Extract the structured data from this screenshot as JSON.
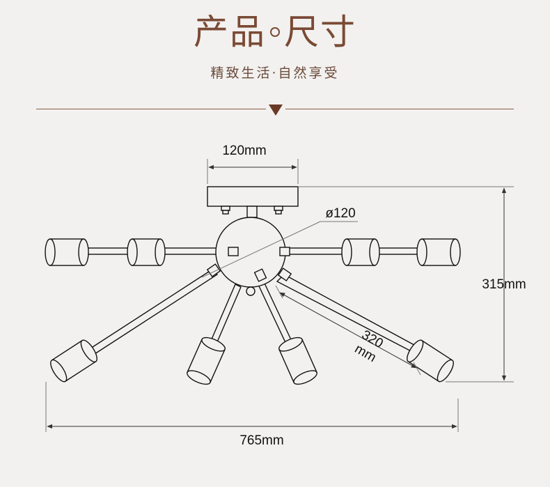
{
  "header": {
    "title_part1": "产品",
    "title_part2": "尺寸",
    "subtitle": "精致生活·自然享受"
  },
  "dimensions": {
    "canopy_width": "120mm",
    "sphere_diameter": "ø120",
    "arm_length_value": "320",
    "arm_length_unit": "mm",
    "height": "315mm",
    "total_width": "765mm"
  },
  "colors": {
    "accent": "#7a4a35",
    "divider": "#8a5a45",
    "line": "#111111",
    "dimension_line": "#777777",
    "background": "#f2f1ef"
  }
}
